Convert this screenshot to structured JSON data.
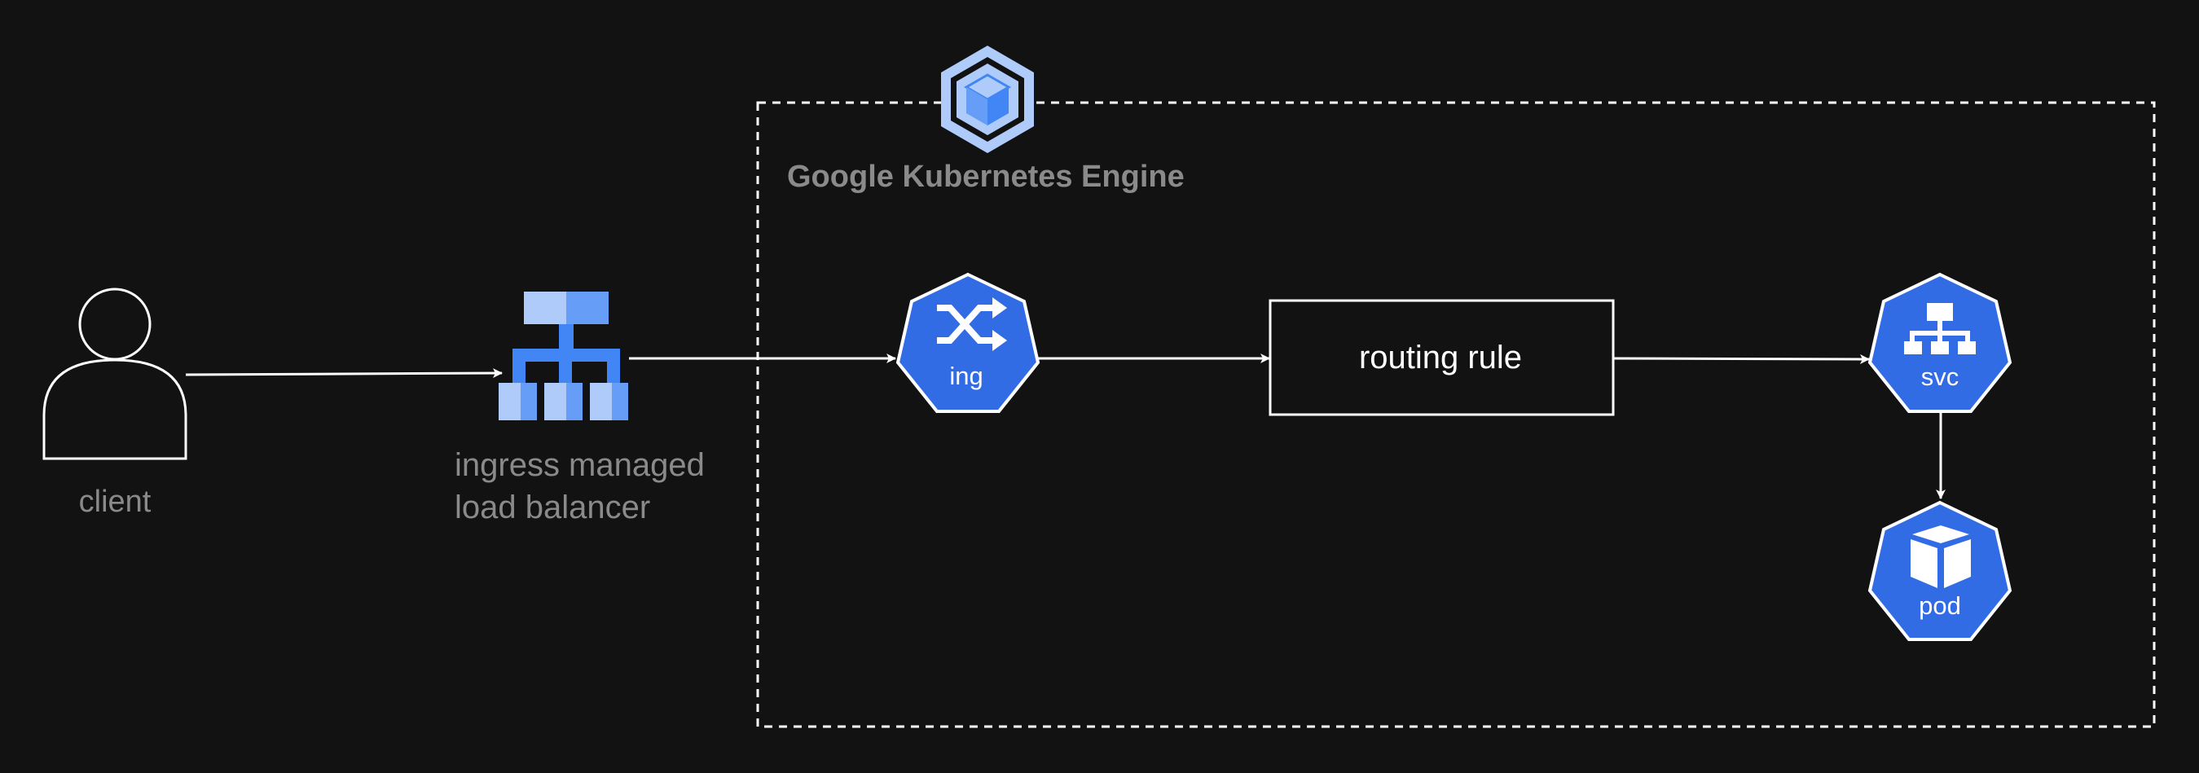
{
  "diagram": {
    "cluster_label": "Google Kubernetes Engine",
    "nodes": {
      "client": {
        "label": "client"
      },
      "load_balancer": {
        "label_line1": "ingress managed",
        "label_line2": "load balancer"
      },
      "ingress": {
        "label": "ing"
      },
      "routing_rule": {
        "label": "routing rule"
      },
      "service": {
        "label": "svc"
      },
      "pod": {
        "label": "pod"
      }
    },
    "edges": [
      {
        "from": "client",
        "to": "load_balancer"
      },
      {
        "from": "load_balancer",
        "to": "ingress"
      },
      {
        "from": "ingress",
        "to": "routing_rule"
      },
      {
        "from": "routing_rule",
        "to": "service"
      },
      {
        "from": "service",
        "to": "pod"
      }
    ],
    "colors": {
      "background": "#121212",
      "k8s_blue": "#326ce5",
      "gke_light_blue": "#aecbfa",
      "gke_mid_blue": "#669df6",
      "gke_dark_blue": "#4285f4",
      "line": "#ffffff",
      "muted_text": "#8a8a8a"
    }
  }
}
